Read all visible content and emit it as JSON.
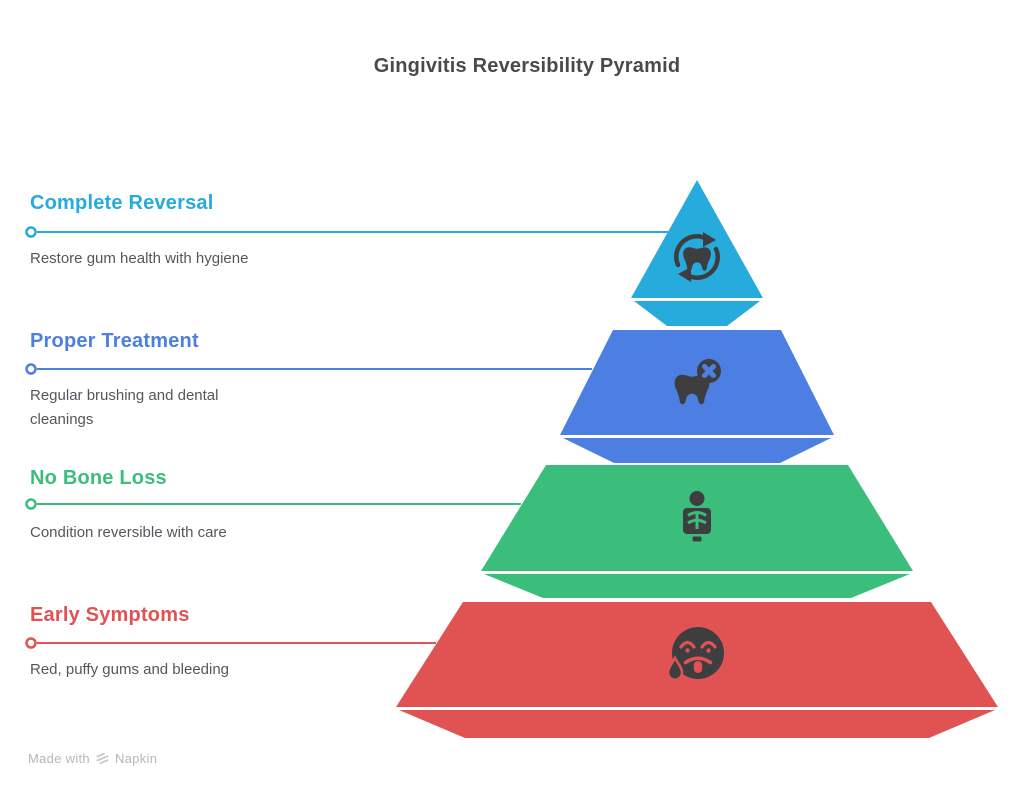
{
  "title": "Gingivitis Reversibility Pyramid",
  "levels": [
    {
      "name": "Complete Reversal",
      "description": "Restore gum health with hygiene",
      "color": "#27aadc",
      "icon": "tooth-refresh-icon"
    },
    {
      "name": "Proper Treatment",
      "description": "Regular brushing and dental cleanings",
      "color": "#4c7fe1",
      "icon": "tooth-x-icon"
    },
    {
      "name": "No Bone Loss",
      "description": "Condition reversible with care",
      "color": "#3bbe7c",
      "icon": "xray-icon"
    },
    {
      "name": "Early Symptoms",
      "description": "Red, puffy gums and bleeding",
      "color": "#e05352",
      "icon": "sick-face-drop-icon"
    }
  ],
  "icon_color": "#3e3e40",
  "text_colors": {
    "title": "#4a4a4d",
    "description": "#53575c",
    "footer": "#b3b8bd"
  },
  "footer": {
    "made_with": "Made with",
    "brand": "Napkin"
  }
}
